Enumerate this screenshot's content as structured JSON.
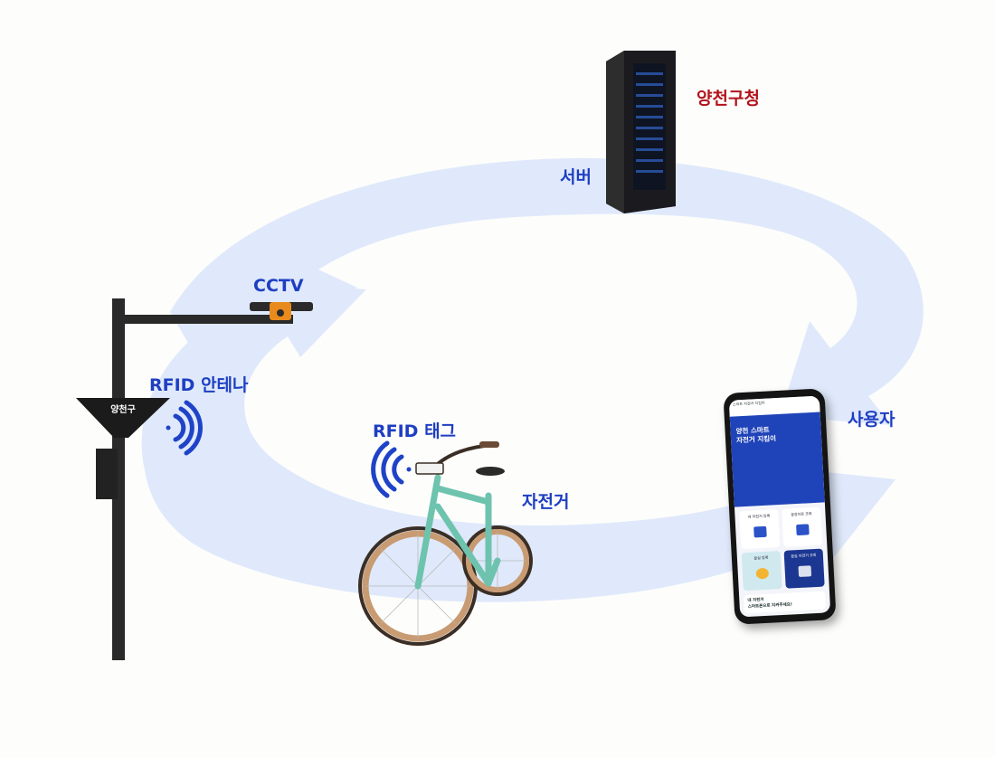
{
  "labels": {
    "server_owner": "양천구청",
    "server": "서버",
    "cctv": "CCTV",
    "rfid_antenna": "RFID 안테나",
    "rfid_tag": "RFID 태그",
    "bicycle": "자전거",
    "user": "사용자"
  },
  "pole_sign": {
    "name": "양천구"
  },
  "phone": {
    "header_text": "스마트 자전거 지킴이",
    "hero_title_line1": "양천 스마트",
    "hero_title_line2": "자전거 지킴이",
    "tiles": [
      "내 자전거 등록",
      "분실자료 조회",
      "분실 등록",
      "분실 자전거 조회"
    ],
    "footer_line1": "내 자전거",
    "footer_line2": "스마트폰으로 지켜주세요!"
  },
  "colors": {
    "label_blue": "#1e3ec2",
    "label_red": "#b3121b",
    "cycle_arrow": "#dfe9fb",
    "bike_frame": "#6ec3ae"
  }
}
